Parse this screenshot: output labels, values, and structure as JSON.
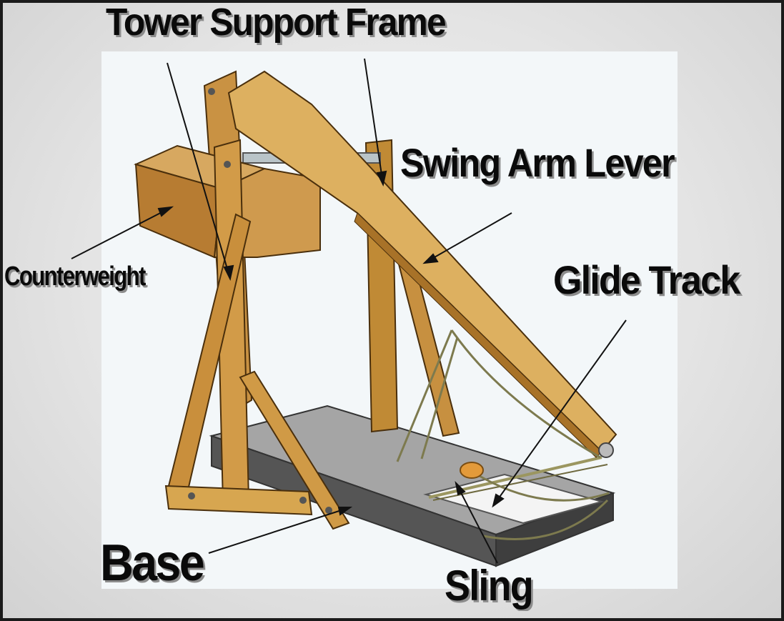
{
  "labels": {
    "tower_support_frame": "Tower Support Frame",
    "swing_arm_lever": "Swing Arm Lever",
    "glide_track": "Glide Track",
    "counterweight": "Counterweight",
    "base": "Base",
    "sling": "Sling"
  },
  "colors": {
    "wood_light": "#d9a84e",
    "wood_mid": "#c08a35",
    "wood_dark": "#8f5e1f",
    "base_top": "#9a9a9a",
    "base_side": "#4d4d4d",
    "track": "#f2f2f2",
    "rope": "#8a8a5a",
    "stone": "#e39a3a",
    "text": "#0a0a0a"
  }
}
